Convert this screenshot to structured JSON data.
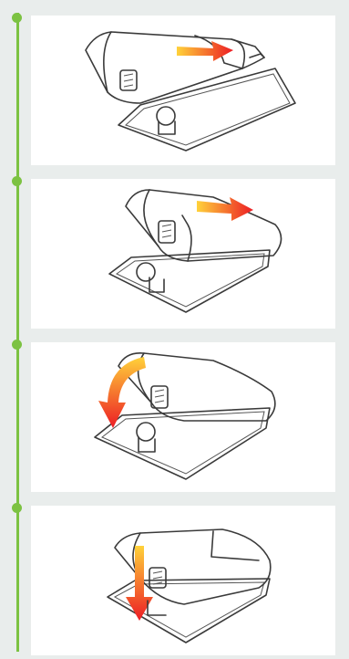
{
  "colors": {
    "accent": "#7cc242",
    "arrow_start": "#ffd23a",
    "arrow_end": "#ec1c24"
  },
  "steps": [
    {
      "illustration": "battery-slide-arrow"
    },
    {
      "illustration": "battery-slide-arrow"
    },
    {
      "illustration": "battery-lift-arrow"
    },
    {
      "illustration": "battery-lower-arrow"
    }
  ]
}
